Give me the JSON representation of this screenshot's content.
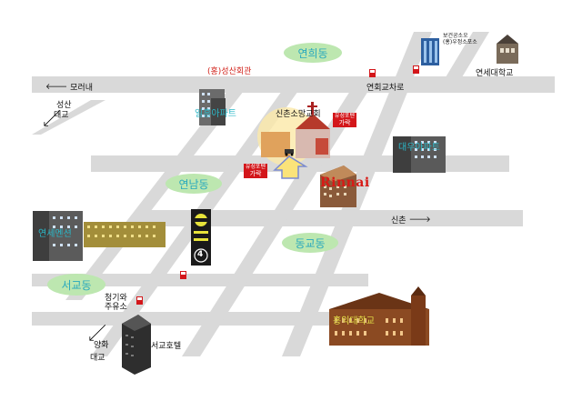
{
  "areas": {
    "yeonhui": "연희동",
    "yeonnam": "연남동",
    "donggyo": "동교동",
    "seogyo": "서교동"
  },
  "directions": {
    "morenae": "모러내",
    "sinchon": "신촌",
    "yonsei_univ": "연세대학교"
  },
  "places": {
    "seongsan_hall": "(홍)성산회관",
    "yeonhui_intersection": "연회교차로",
    "seongsan_bridge_top": "성산",
    "seongsan_bridge_bottom": "대교",
    "ilheung_apt": "일흥아파트",
    "sinchon_church": "신촌소망교회",
    "daewoo_apt": "대우아파트",
    "rinnai": "Rinnai",
    "yeonsei_mansion": "연세멘션",
    "cheonggiwa_top": "청기와",
    "cheonggiwa_bottom": "주유소",
    "yanghwa_top": "양화",
    "yanghwa_bottom": "대교",
    "seogyo_hotel": "서교호텔",
    "hongik_univ": "홍익대학교",
    "post_office_top": "보건공소오",
    "post_office_bottom": "(홍)우정소포소",
    "bus_stop_number": "4",
    "signs": [
      "유성포텐",
      "가락",
      "유성포텐",
      "가락"
    ]
  },
  "colors": {
    "road": "#d9d9d9",
    "area_bubble": "#bde7b0",
    "area_text": "#2aa9bd",
    "accent_red": "#d2231b"
  }
}
